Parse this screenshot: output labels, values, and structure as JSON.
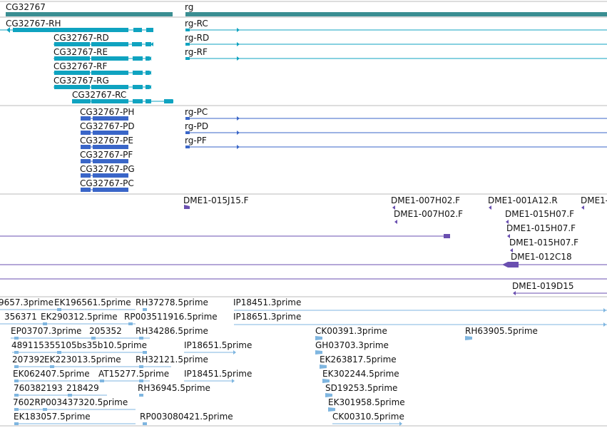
{
  "colors": {
    "gene": "#3a8e92",
    "transcript": "#0fa3c0",
    "protein": "#3a66c8",
    "clone": "#6a4fb0",
    "est": "#7fb6e0",
    "separator": "#bbbbbb"
  },
  "genes": [
    {
      "label": "CG32767"
    },
    {
      "label": "rg"
    }
  ],
  "transcripts": [
    {
      "label": "CG32767-RH"
    },
    {
      "label": "CG32767-RD"
    },
    {
      "label": "CG32767-RE"
    },
    {
      "label": "CG32767-RF"
    },
    {
      "label": "CG32767-RG"
    },
    {
      "label": "CG32767-RC"
    },
    {
      "label": "rg-RC"
    },
    {
      "label": "rg-RD"
    },
    {
      "label": "rg-RF"
    }
  ],
  "proteins": [
    {
      "label": "CG32767-PH"
    },
    {
      "label": "CG32767-PD"
    },
    {
      "label": "CG32767-PE"
    },
    {
      "label": "CG32767-PF"
    },
    {
      "label": "CG32767-PG"
    },
    {
      "label": "CG32767-PC"
    },
    {
      "label": "rg-PC"
    },
    {
      "label": "rg-PD"
    },
    {
      "label": "rg-PF"
    }
  ],
  "clones": [
    {
      "label": "DME1-015J15.F"
    },
    {
      "label": "DME1-007H02.F"
    },
    {
      "label": "DME1-001A12.R"
    },
    {
      "label": "DME1-"
    },
    {
      "label": "DME1-007H02.F"
    },
    {
      "label": "DME1-015H07.F"
    },
    {
      "label": "DME1-015H07.F"
    },
    {
      "label": "DME1-015H07.F"
    },
    {
      "label": "DME1-012C18"
    },
    {
      "label": "DME1-019D15"
    }
  ],
  "ests": [
    {
      "label": "9657.3prime"
    },
    {
      "label": "EK196561.5prime"
    },
    {
      "label": "RH37278.5prime"
    },
    {
      "label": "IP18451.3prime"
    },
    {
      "label": "356371"
    },
    {
      "label": "EK290312.5prime"
    },
    {
      "label": "RP003511916.5prime"
    },
    {
      "label": "IP18651.3prime"
    },
    {
      "label": "EP03707.3prime"
    },
    {
      "label": "205352"
    },
    {
      "label": "RH34286.5prime"
    },
    {
      "label": "CK00391.3prime"
    },
    {
      "label": "RH63905.5prime"
    },
    {
      "label": "489115355105bs35b10.5prime"
    },
    {
      "label": "IP18651.5prime"
    },
    {
      "label": "GH03703.3prime"
    },
    {
      "label": "207392"
    },
    {
      "label": "EK223013.5prime"
    },
    {
      "label": "RH32121.5prime"
    },
    {
      "label": "EK263817.5prime"
    },
    {
      "label": "EK062407.5prime"
    },
    {
      "label": "AT15277.5prime"
    },
    {
      "label": "IP18451.5prime"
    },
    {
      "label": "EK302244.5prime"
    },
    {
      "label": "760382193"
    },
    {
      "label": "218429"
    },
    {
      "label": "RH36945.5prime"
    },
    {
      "label": "SD19253.5prime"
    },
    {
      "label": "7602RP003437320.5prime"
    },
    {
      "label": "EK301958.5prime"
    },
    {
      "label": "EK183057.5prime"
    },
    {
      "label": "RP003080421.5prime"
    },
    {
      "label": "CK00310.5prime"
    }
  ]
}
